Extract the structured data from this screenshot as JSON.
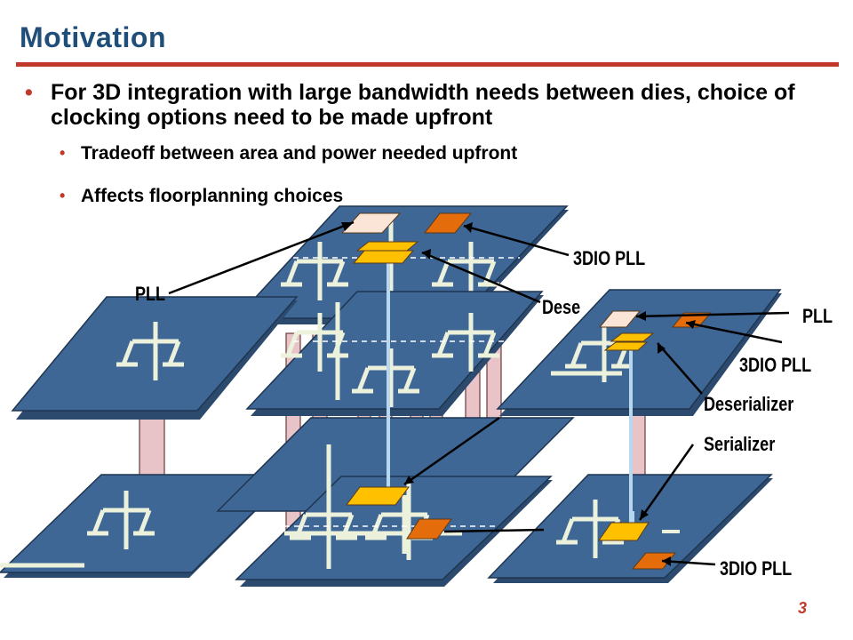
{
  "slide": {
    "title": "Motivation",
    "bullet_main": "For 3D integration with large bandwidth needs between dies, choice of clocking options need to be made upfront",
    "sub_bullets": [
      "Tradeoff between area and power needed upfront",
      "Affects floorplanning choices"
    ],
    "bullet_symbol": "•",
    "page_number": "3"
  },
  "diagram": {
    "labels": {
      "left_pll": "PLL",
      "center_3dio_pll": "3DIO PLL",
      "center_deserializer": "Dese",
      "right_pll": "PLL",
      "right_3dio_pll": "3DIO PLL",
      "right_deserializer": "Deserializer",
      "right_serializer": "Serializer",
      "bottom_3dio_pll": "3DIO PLL"
    }
  },
  "colors": {
    "title": "#1f4e79",
    "accent_red": "#c0392b",
    "die_blue": "#3f6796",
    "die_side": "#2c4a6e",
    "clock_tree": "#ecf1dc",
    "tsv_pink": "#e8c4c8",
    "pll_beige": "#fbe5d6",
    "pll_3dio_orange": "#e46c0a",
    "serdes_yellow": "#ffc000"
  }
}
